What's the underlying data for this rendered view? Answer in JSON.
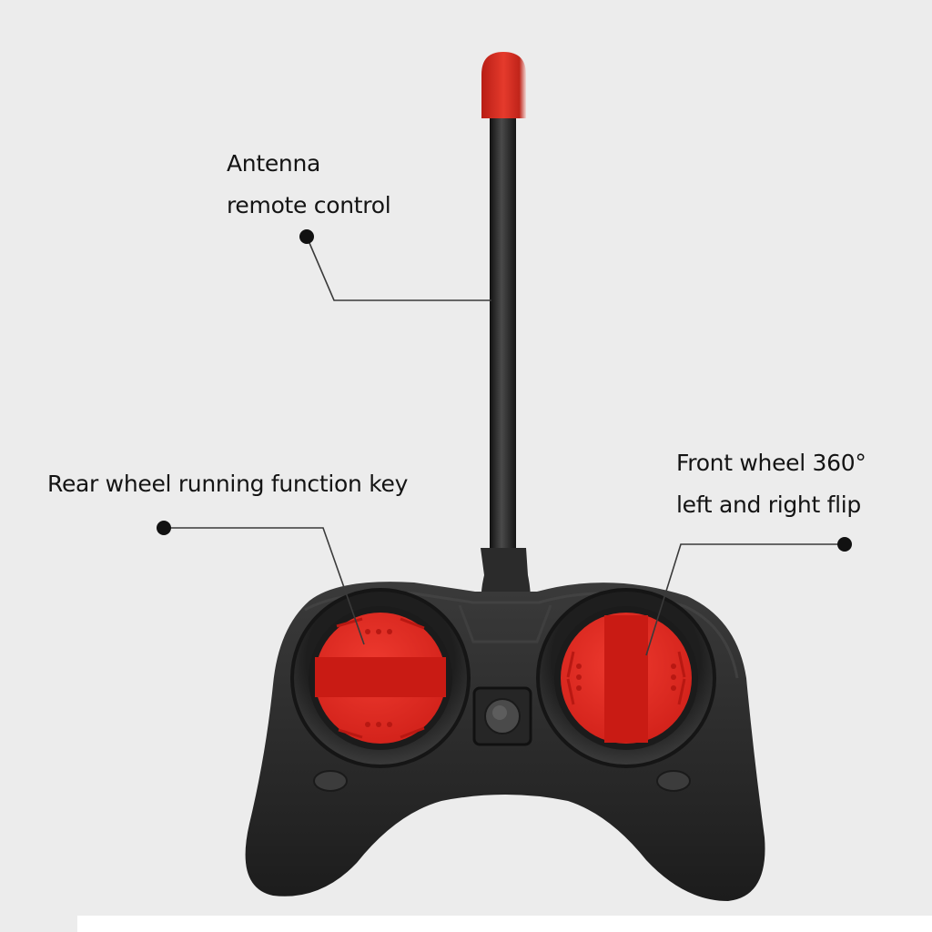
{
  "callouts": {
    "antenna": {
      "line1": "Antenna",
      "line2": "remote control"
    },
    "rear_wheel": {
      "line1": "Rear wheel running function key"
    },
    "front_wheel": {
      "line1": "Front wheel 360°",
      "line2": "left and right flip"
    }
  },
  "colors": {
    "background": "#ececec",
    "controller_body": "#2c2c2c",
    "button_red": "#e3271f",
    "antenna_tip": "#d42a1e",
    "leader_line": "#3a3a3a",
    "label_text": "#141414"
  },
  "icons": {
    "controller": "rc-transmitter-icon",
    "dot": "callout-dot"
  }
}
